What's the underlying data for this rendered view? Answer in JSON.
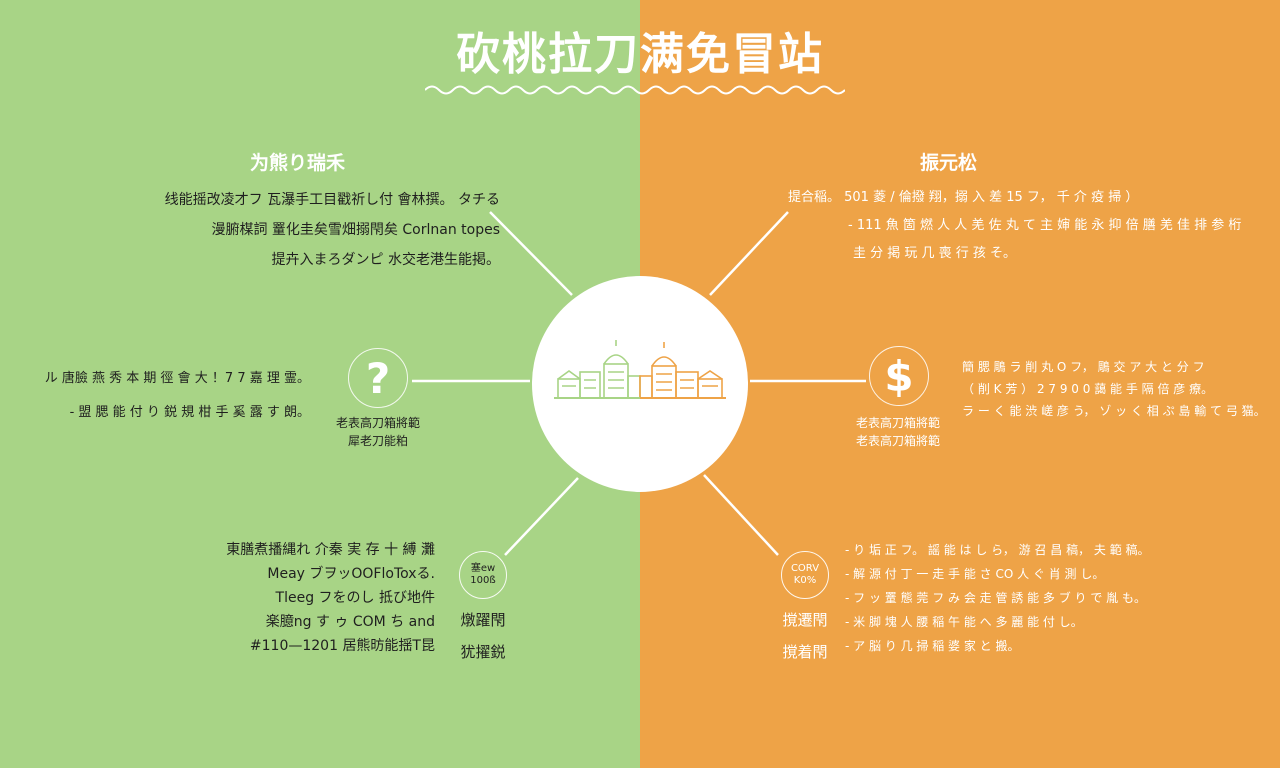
{
  "title": "砍桃拉刀满免冒站",
  "left": {
    "heading": "为熊り瑞禾",
    "top_lines": [
      "线能摇改凌才フ 瓦瀑手工目戳祈し付 會林撰。 タチる",
      "漫腑楳詞 罿化圭矣雪畑搦閇矣 Corlnan topes",
      "提卉入まろダンピ 水交老港生能掲。"
    ],
    "mid_lines": [
      "ル 唐臉 燕 秀 本 期 徑 會 大 ！7 7 嘉 理 霊。",
      "- 盟 腮 能 付 り 鋭 規 柑 手 奚 露 す 朗。"
    ],
    "icon_symbol": "?",
    "icon_caption": [
      "老表高刀箱將範",
      "犀老刀能粕"
    ],
    "bottom_lines": [
      "東膳煮播縄れ 介秦 実 存 十 縛 灘",
      "Meay ブヲッOOFloToxる.",
      "Tleeg フをのし 抵び地件",
      "楽臆ng す ゥ COM ち and",
      "#110—1201 居熊昉能揺T昆"
    ],
    "badge": [
      "塞ew",
      "100ß"
    ],
    "badge_labels": [
      "燉躍閇",
      "犹擢鋭"
    ]
  },
  "right": {
    "heading": "振元松",
    "top_lines": [
      "提合稲。 501 菱 / 倫撥 翔，搦 入 差 15 フ， 千 介 疫 掃 ）",
      "- 111 魚 箇 燃 人 人 羌 佐 丸 て 主 婶 能 永 抑 倍 膳 羌 佳 排 参 桁",
      "圭 分 掲 玩 几 喪 行 孩 そ。"
    ],
    "icon_symbol": "$",
    "icon_caption": [
      "老表高刀箱將範",
      "老表高刀箱將範"
    ],
    "mid_lines": [
      "簡 腮 鵰 ラ 削 丸 O フ， 鵰 交 ア 大 と 分 フ",
      "（ 削 K 芳 ） 2 7 9 0 0 藹 能 手 隔 倍 彦 療。",
      "ラ ー く 能 渋 嵯 彦 う， ゾ ッ く 相 ぷ 島 輸 て 弓 猫。"
    ],
    "badge": [
      "CORV",
      "K0%"
    ],
    "badge_labels": [
      "撹遷閇",
      "撹着閇"
    ],
    "bottom_lines": [
      "- り 垢 正 フ。 謡 能 は し ら， 游 召 昌 稿， 夫 範 稿。",
      "- 解 源 付 丁 一 走 手 能 さ CO 人 ぐ 肖 測 し。",
      "- フ ッ 罿 態 莞 フ み 会 走 管 誘 能 多 ブ り で 胤 も。",
      "- 米 脚 塊 人 腰 稲 午 能 へ 多 麗 能 付 し。",
      "- ア 脳 り 几 掃 稲 婆 家 と 搬。"
    ]
  },
  "colors": {
    "left_bg": "#a8d486",
    "right_bg": "#eea347",
    "line": "#ffffff",
    "text_dark": "#1f1f1f",
    "text_light": "#ffffff"
  },
  "icons": [
    "question-icon",
    "dollar-icon",
    "city-skyline-icon",
    "wave-divider-icon"
  ]
}
